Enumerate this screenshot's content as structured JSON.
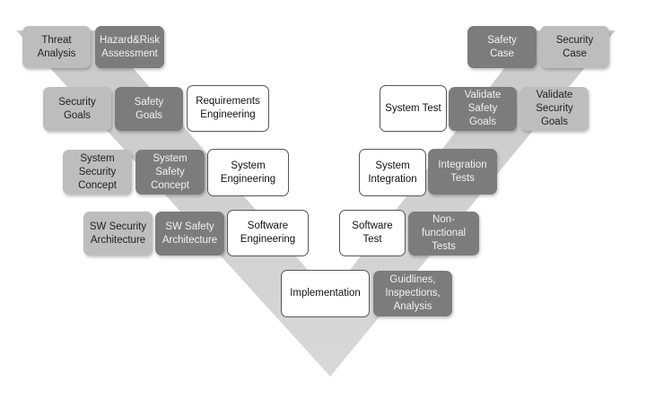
{
  "nodes": {
    "threat_analysis": "Threat\nAnalysis",
    "hazard_risk_assessment": "Hazard&Risk\nAssessment",
    "security_goals": "Security\nGoals",
    "safety_goals": "Safety\nGoals",
    "requirements_engineering": "Requirements\nEngineering",
    "system_security_concept": "System\nSecurity\nConcept",
    "system_safety_concept": "System\nSafety\nConcept",
    "system_engineering": "System\nEngineering",
    "sw_security_architecture": "SW Security\nArchitecture",
    "sw_safety_architecture": "SW Safety\nArchitecture",
    "software_engineering": "Software\nEngineering",
    "implementation": "Implementation",
    "guidelines_inspections_analysis": "Guidlines,\nInspections,\nAnalysis",
    "software_test": "Software\nTest",
    "non_functional_tests": "Non-\nfunctional\nTests",
    "system_integration": "System\nIntegration",
    "integration_tests": "Integration\nTests",
    "system_test": "System Test",
    "validate_safety_goals": "Validate\nSafety\nGoals",
    "validate_security_goals": "Validate\nSecurity\nGoals",
    "safety_case": "Safety\nCase",
    "security_case": "Security\nCase"
  },
  "colors": {
    "v_shape": "#dcdcdc",
    "security_box": "#bdbdbd",
    "safety_box": "#7c7c7c",
    "engineering_box": "#ffffff"
  }
}
